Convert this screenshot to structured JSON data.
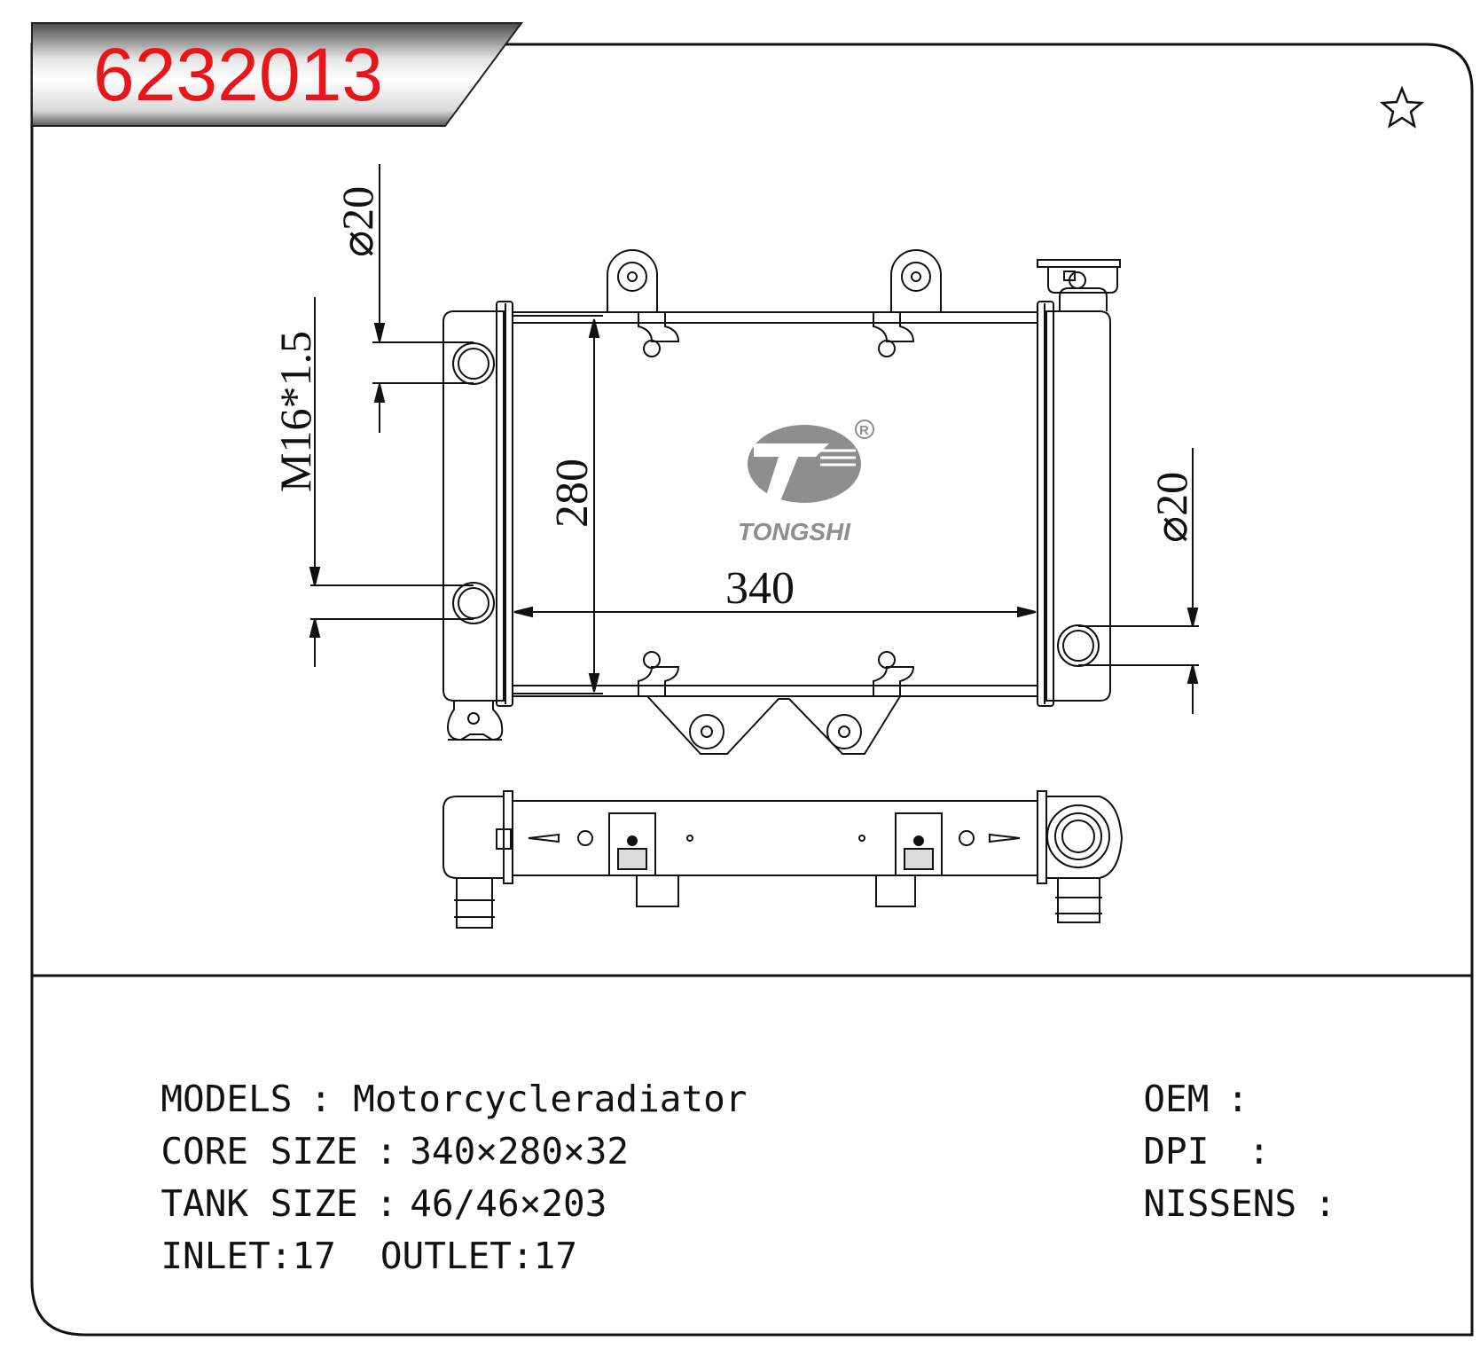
{
  "part_number": "6232013",
  "brand": "TONGSHI",
  "registered_mark": "R",
  "dimensions": {
    "width": "340",
    "height": "280",
    "thread": "M16*1.5",
    "inlet_dia": "⌀20",
    "outlet_dia": "⌀20"
  },
  "specs": {
    "models_label": "MODELS",
    "models_value": "Motorcycleradiator",
    "core_label": "CORE SIZE",
    "core_value": "340×280×32",
    "tank_label": "TANK SIZE",
    "tank_value": "46/46×203",
    "inlet_label": "INLET:",
    "inlet_value": "17",
    "outlet_label": "OUTLET:",
    "outlet_value": "17",
    "oem_label": "OEM",
    "oem_value": "",
    "dpi_label": "DPI",
    "dpi_value": "",
    "nissens_label": "NISSENS",
    "nissens_value": "",
    "colon": ":"
  },
  "colors": {
    "part_number": "#e8161b",
    "line": "#111111",
    "logo": "#8e8e8e"
  },
  "icons": [
    "star-icon",
    "tongshi-logo"
  ]
}
